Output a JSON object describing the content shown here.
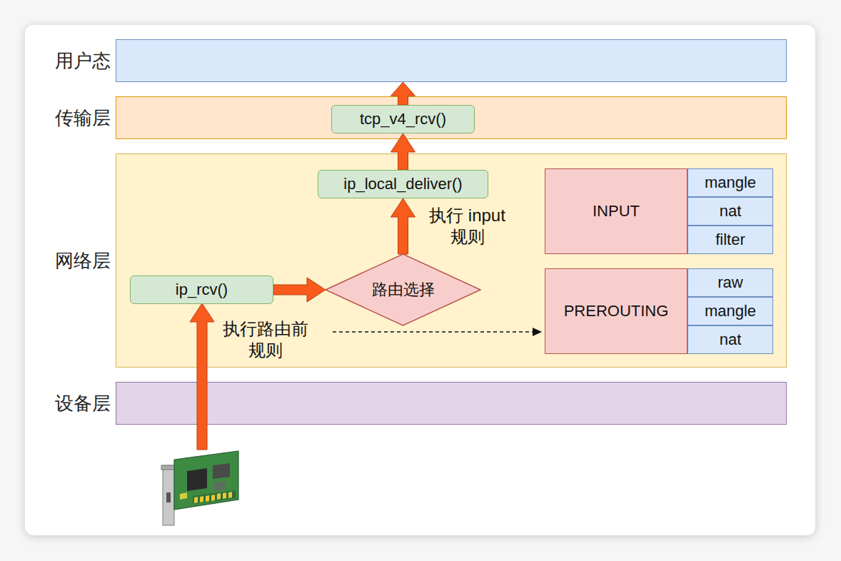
{
  "diagram": {
    "nodes": [
      {
        "text": [
          "用户态"
        ]
      },
      {
        "text": [
          "传输层"
        ]
      },
      {
        "text": [
          "tcp_v4_rcv()"
        ],
        "in": 1
      },
      {
        "text": [
          "网络层"
        ]
      },
      {
        "text": [
          "ip_local_deliver()"
        ],
        "in": 3
      },
      {
        "text": [
          "INPUT"
        ],
        "in": 3
      },
      {
        "text": [
          "mangle"
        ],
        "in": 3
      },
      {
        "text": [
          "nat"
        ],
        "in": 3
      },
      {
        "text": [
          "filter"
        ],
        "in": 3
      },
      {
        "text": [
          "ip_rcv()"
        ],
        "in": 3
      },
      {
        "text": [
          "路由选择"
        ],
        "in": 3
      },
      {
        "text": [
          "PREROUTING"
        ],
        "in": 3
      },
      {
        "text": [
          "raw"
        ],
        "in": 3
      },
      {
        "text": [
          "mangle"
        ],
        "in": 3
      },
      {
        "text": [
          "nat"
        ],
        "in": 3
      },
      {
        "text": [
          "设备层"
        ]
      }
    ],
    "edges": [
      {
        "from": 9,
        "to": 10,
        "arrow": "to"
      },
      {
        "from": 10,
        "to": 4,
        "label": "执行 input 规则",
        "arrow": "to"
      },
      {
        "from": 4,
        "to": 2,
        "arrow": "to"
      },
      {
        "from": 2,
        "to": 0,
        "arrow": "to"
      }
    ],
    "labels": [
      "执行路由前 规则"
    ]
  }
}
